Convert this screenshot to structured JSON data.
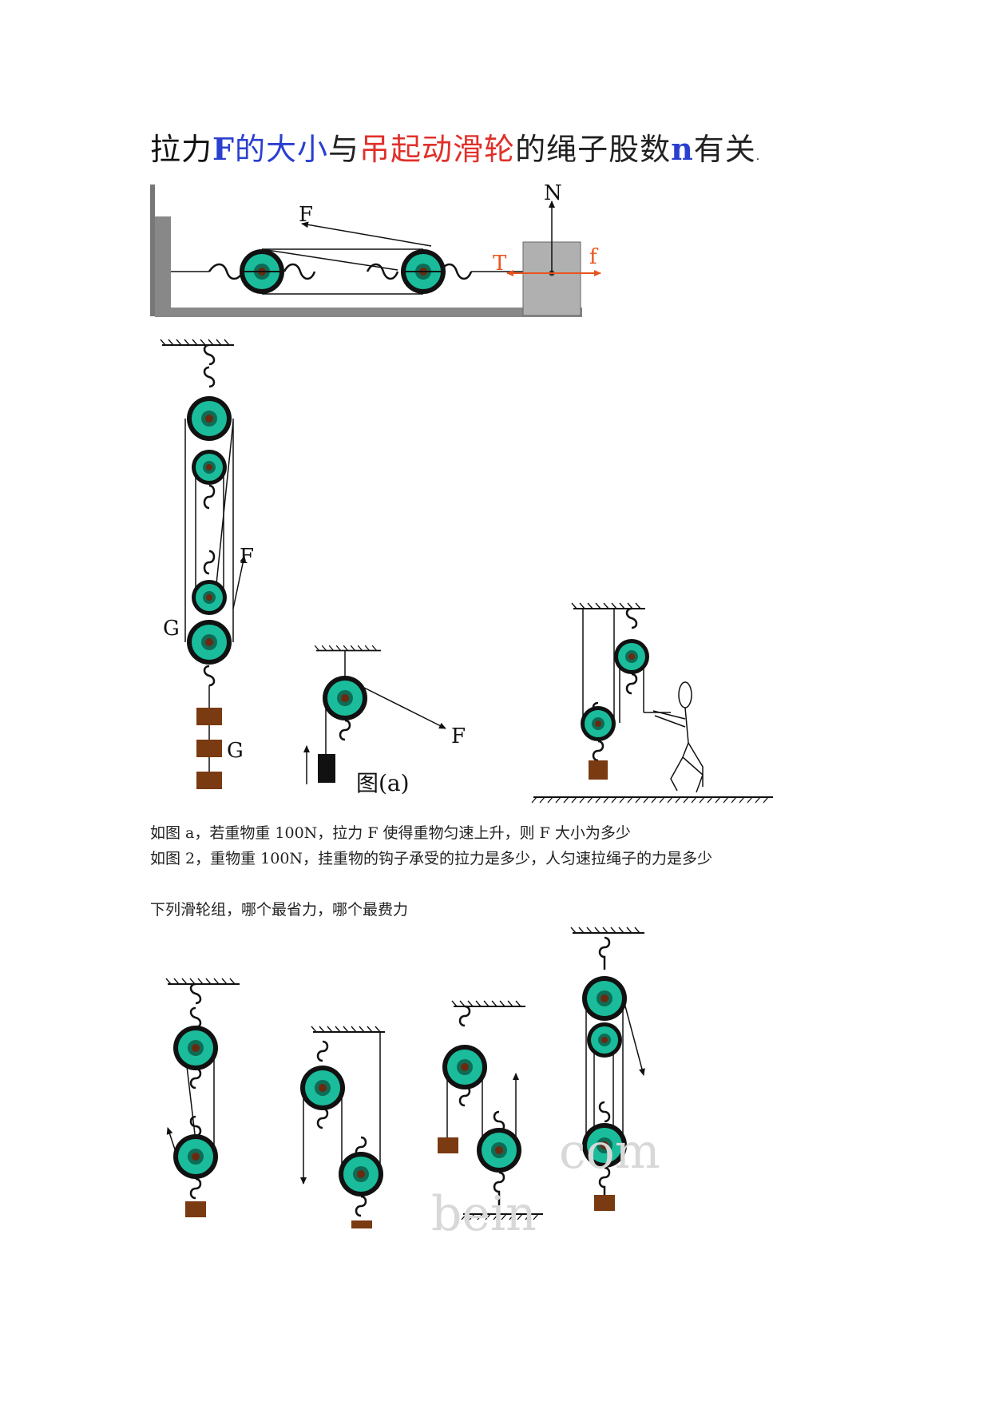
{
  "title": {
    "part1": "拉力",
    "part2": "F",
    "part3": "的大小",
    "part4": "与",
    "part5": "吊起",
    "part6": "动滑轮",
    "part7": "的绳子股数",
    "part8": "n",
    "part9": "有关",
    "end": "."
  },
  "diagram_top": {
    "labels": {
      "F": "F",
      "N": "N",
      "T": "T",
      "f": "f"
    },
    "colors": {
      "pulley": "#1abc9c",
      "pulley_rim": "#111111",
      "force": "#e8541e",
      "block": "#b0b0b0"
    }
  },
  "diagram_left": {
    "labels": {
      "F": "F",
      "G_side": "G",
      "G_weight": "G"
    }
  },
  "diagram_a": {
    "labels": {
      "F": "F",
      "caption": "图(a)"
    }
  },
  "questions": {
    "q1": "如图 a，若重物重 100N，拉力 F 使得重物匀速上升，则 F 大小为多少",
    "q2": "如图 2，重物重 100N，挂重物的钩子承受的拉力是多少，人匀速拉绳子的力是多少",
    "q3": "下列滑轮组，哪个最省力，哪个最费力"
  },
  "watermark": {
    "text1": "com",
    "text2": "bein"
  }
}
